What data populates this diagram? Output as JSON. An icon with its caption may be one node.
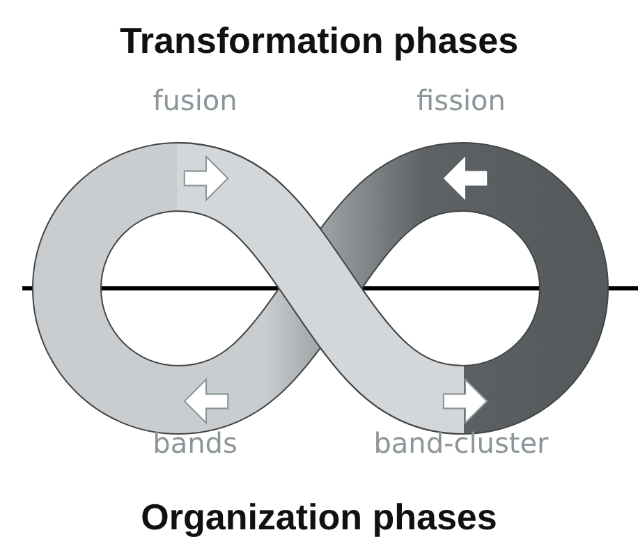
{
  "diagram": {
    "title": "Transformation phases",
    "caption": "Organization phases",
    "labels": [
      "fusion",
      "fission",
      "bands",
      "band-cluster"
    ]
  }
}
